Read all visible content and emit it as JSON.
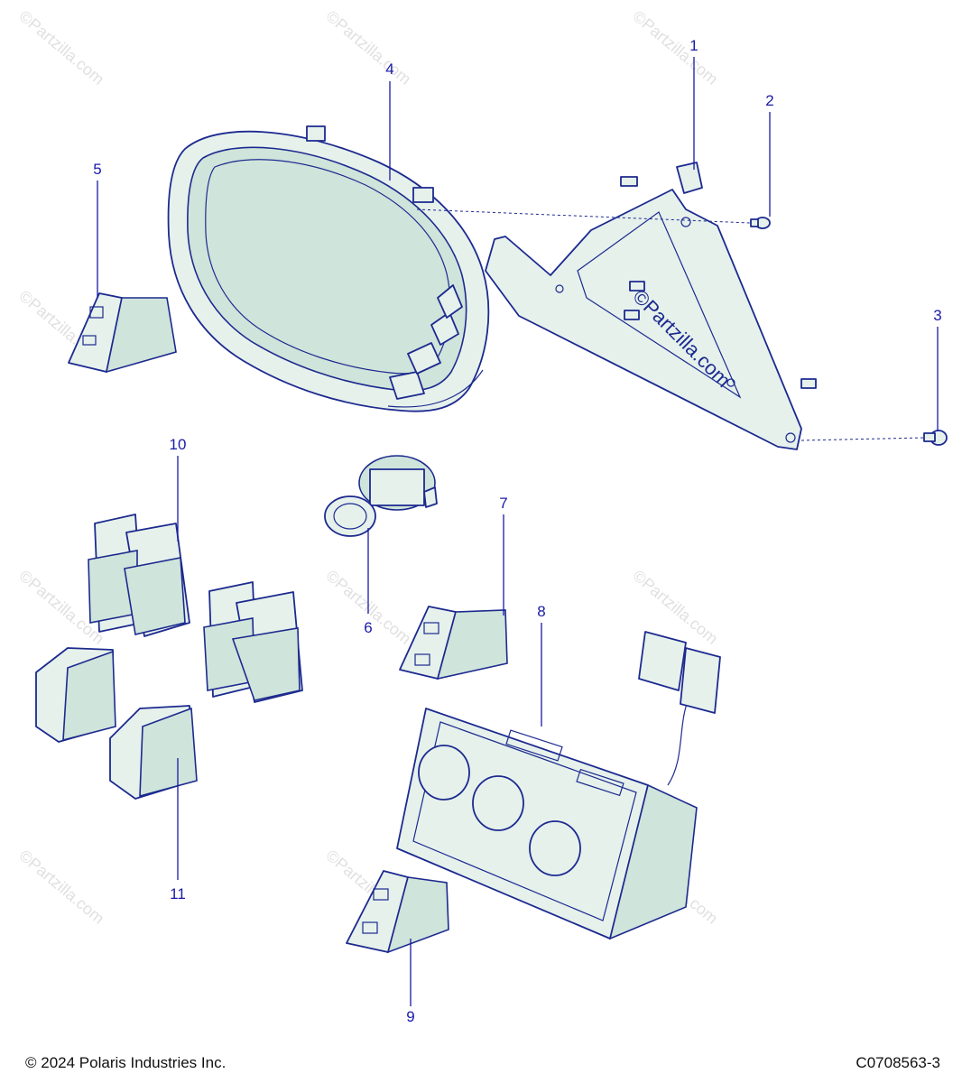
{
  "callouts": [
    {
      "id": "1",
      "label": "1"
    },
    {
      "id": "2",
      "label": "2"
    },
    {
      "id": "3",
      "label": "3"
    },
    {
      "id": "4",
      "label": "4"
    },
    {
      "id": "5",
      "label": "5"
    },
    {
      "id": "6",
      "label": "6"
    },
    {
      "id": "7",
      "label": "7"
    },
    {
      "id": "8",
      "label": "8"
    },
    {
      "id": "9",
      "label": "9"
    },
    {
      "id": "10",
      "label": "10"
    },
    {
      "id": "11",
      "label": "11"
    }
  ],
  "watermark": "©Partzilla.com",
  "footer": {
    "copyright": "© 2024 Polaris Industries Inc.",
    "drawing_id": "C0708563-3"
  },
  "colors": {
    "line": "#1c2a8f",
    "fill": "#e6f1ec",
    "callout": "#1a1aa8"
  }
}
